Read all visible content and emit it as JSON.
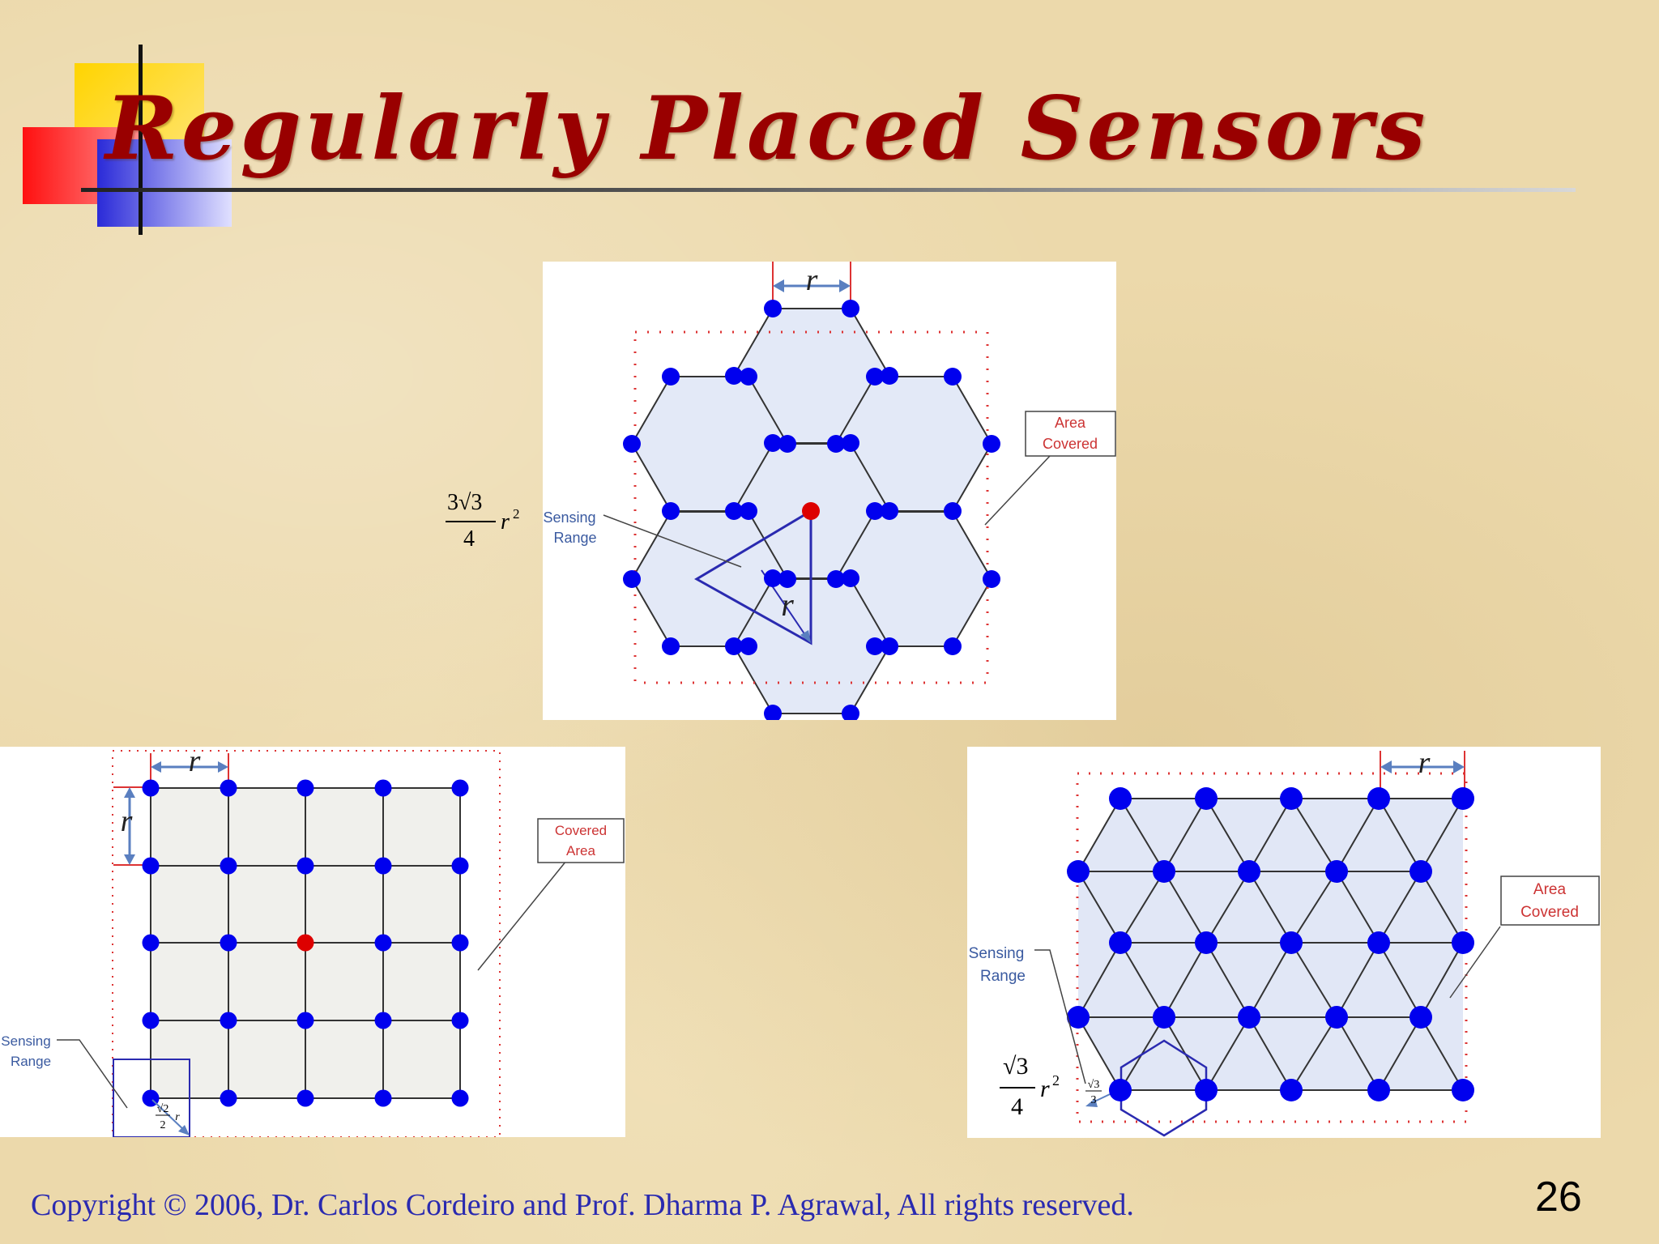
{
  "slide": {
    "title": "Regularly Placed Sensors",
    "footer": "Copyright © 2006, Dr. Carlos Cordeiro and  Prof. Dharma P. Agrawal,  All rights reserved.",
    "page_number": "26"
  },
  "colors": {
    "title": "#990000",
    "node": "#0000ee",
    "highlight_node": "#dd0000",
    "area_border": "#dd3333",
    "fill_hex_tri": "#e3e9f7",
    "fill_square": "#f0f0ec",
    "arrow": "#5a7fc0",
    "footer": "#2a2ab0"
  },
  "hex_diagram": {
    "r_label": "r",
    "area_label_line1": "Area",
    "area_label_line2": "Covered",
    "sensing_label_line1": "Sensing",
    "sensing_label_line2": "Range",
    "formula_num": "3√3",
    "formula_den": "4",
    "formula_var": "r",
    "formula_exp": "2"
  },
  "square_diagram": {
    "r_label_h": "r",
    "r_label_v": "r",
    "area_label_line1": "Covered",
    "area_label_line2": "Area",
    "sensing_label_line1": "Sensing",
    "sensing_label_line2": "Range",
    "inner_formula_num": "√2",
    "inner_formula_den": "2",
    "inner_formula_var": "r"
  },
  "tri_diagram": {
    "r_label": "r",
    "area_label_line1": "Area",
    "area_label_line2": "Covered",
    "sensing_label_line1": "Sensing",
    "sensing_label_line2": "Range",
    "formula_num": "√3",
    "formula_den": "4",
    "formula_var": "r",
    "formula_exp": "2",
    "inner_formula_num": "√3",
    "inner_formula_den": "3"
  }
}
